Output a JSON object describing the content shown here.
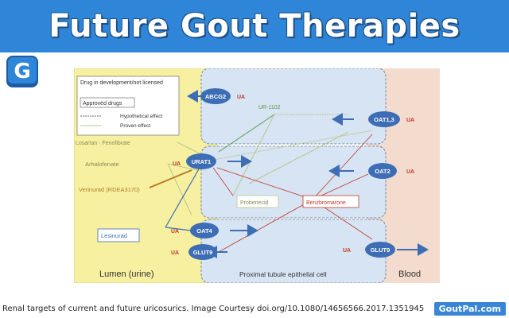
{
  "header": {
    "title": "Future Gout Therapies"
  },
  "logo": {
    "letter": "G"
  },
  "diagram": {
    "legend": {
      "in_development": "Drug in development/not licensed",
      "approved": "Approved drugs",
      "hypothetical": "Hypothetical effect",
      "proven": "Proven effect"
    },
    "regions": {
      "lumen": "Lumen (urine)",
      "cell": "Proximal tubule epithelial cell",
      "blood": "Blood"
    },
    "transporters": {
      "abcg2": "ABCG2",
      "urat1": "URAT1",
      "oat4": "OAT4",
      "glut9_lumen": "GLUT9",
      "oat13": "OAT1,3",
      "oat2": "OAT2",
      "glut9_blood": "GLUT9"
    },
    "ua": "UA",
    "drugs": {
      "ur1102": "UR-1102",
      "losartan": "Losartan - Fenofibrate",
      "arhalofenate": "Arhalofenate",
      "verinurad": "Verinurad (RDEA3170)",
      "lesinurad": "Lesinurad",
      "probenecid": "Probenecid",
      "benzbromarone": "Benzbromarone"
    },
    "colors": {
      "lumen": "#f7f0a0",
      "cell": "#d7e4f3",
      "blood": "#f3dccd",
      "transporter": "#3d6db5",
      "ua": "#c0392b",
      "proven_line": "#b5c98a",
      "approved_line": "#c0392b"
    }
  },
  "caption": "Renal targets of current and future uricosurics.   Image Courtesy doi.org/10.1080/14656566.2017.1351945",
  "badge": "GoutPal.com"
}
